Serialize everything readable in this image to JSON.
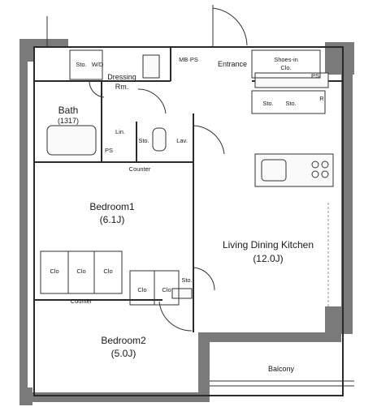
{
  "rooms": {
    "bedroom1": {
      "name": "Bedroom1",
      "area": "(6.1J)"
    },
    "bedroom2": {
      "name": "Bedroom2",
      "area": "(5.0J)"
    },
    "ldk": {
      "name": "Living Dining Kitchen",
      "area": "(12.0J)"
    },
    "balcony": {
      "name": "Balcony"
    },
    "bath": {
      "name": "Bath",
      "code": "(1317)"
    },
    "dressing": {
      "name": "Dressing",
      "sub": "Rm."
    },
    "entrance": {
      "name": "Entrance"
    },
    "shoes": {
      "name": "Shoes-in",
      "sub": "Clo."
    }
  },
  "labels": {
    "sto": "Sto.",
    "wd": "W/D",
    "mbps": "MB·PS",
    "ps": "PS",
    "lin": "Lin.",
    "lav": "Lav.",
    "counter": "Counter",
    "clo": "Clo",
    "r": "R"
  }
}
